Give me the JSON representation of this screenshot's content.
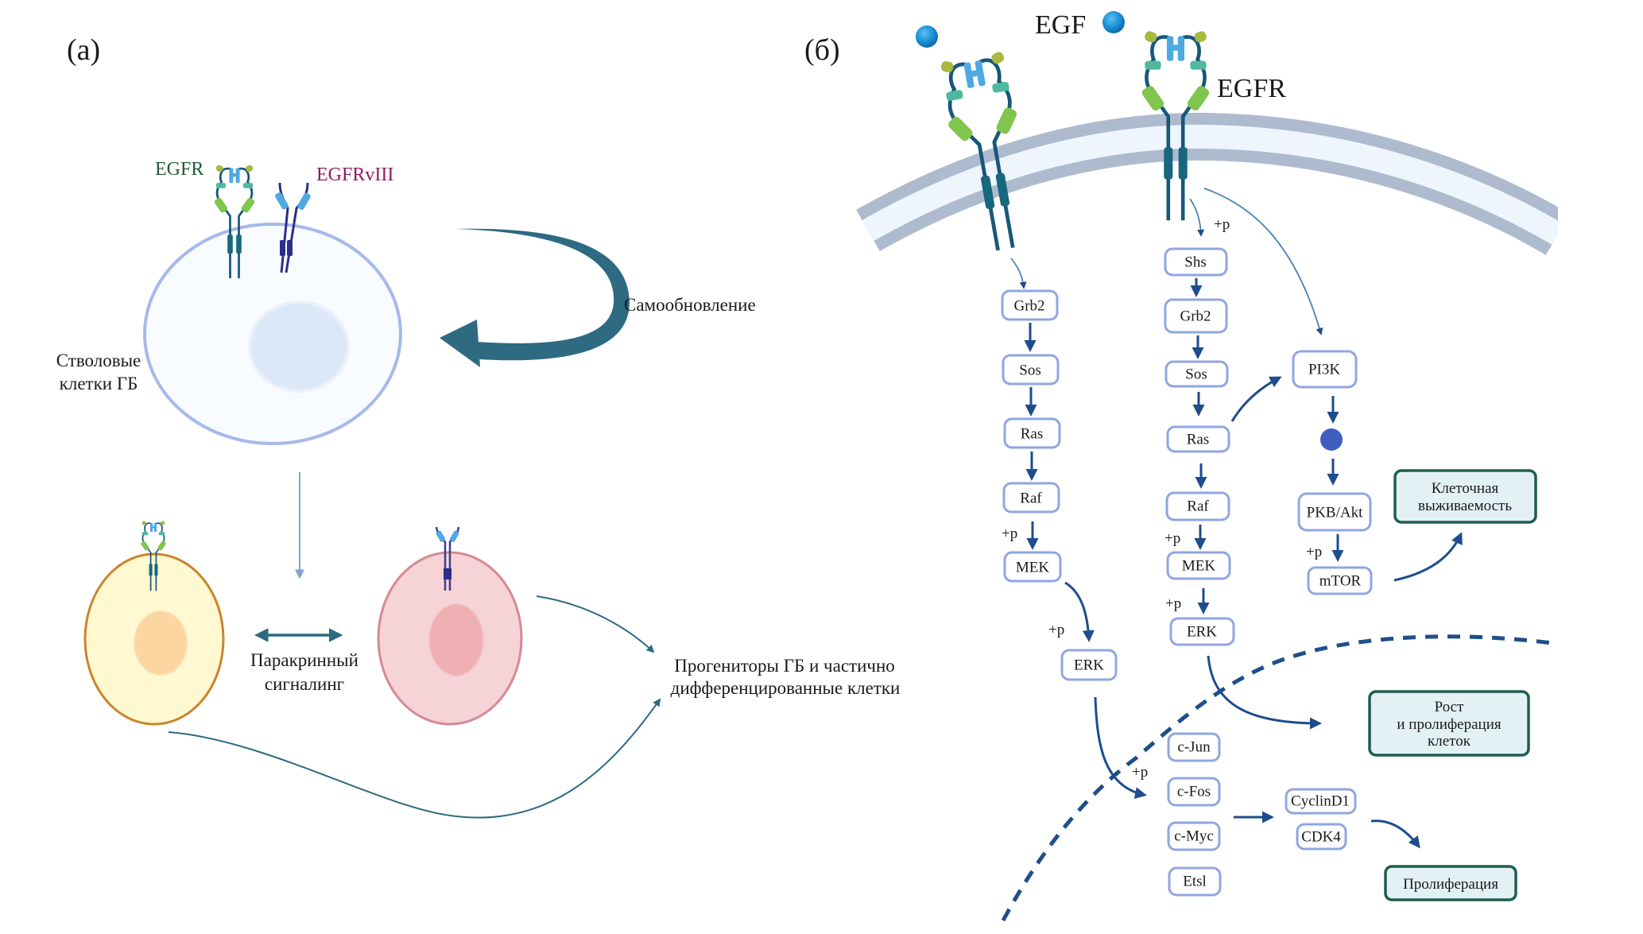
{
  "panels": {
    "a": {
      "label": "(a)",
      "receptor_labels": {
        "egfr": "EGFR",
        "egfrviii": "EGFRvIII"
      },
      "stem_cells_label": [
        "Стволовые",
        "клетки ГБ"
      ],
      "self_renewal_label": "Самообновление",
      "paracrine_label": [
        "Паракринный",
        "сигналинг"
      ],
      "progenitors_label": [
        "Прогениторы ГБ и частично",
        "дифференцированные клетки"
      ]
    },
    "b": {
      "label": "(б)",
      "ligand_label": "EGF",
      "receptor_label": "EGFR",
      "left_pathway": [
        "Grb2",
        "Sos",
        "Ras",
        "Raf",
        "MEK",
        "ERK"
      ],
      "right_pathway": [
        "Shs",
        "Grb2",
        "Sos",
        "Ras",
        "Raf",
        "MEK",
        "ERK"
      ],
      "pi3k_pathway": [
        "PI3K",
        "PKB/Akt",
        "mTOR"
      ],
      "transcription_factors": [
        "c-Jun",
        "c-Fos",
        "c-Myc",
        "Etsl"
      ],
      "cell_cycle": [
        "CyclinD1",
        "CDK4"
      ],
      "phospho_label": "+p",
      "outcomes": {
        "survival": [
          "Клеточная",
          "выживаемость"
        ],
        "growth": [
          "Рост",
          "и пролиферация",
          "клеток"
        ],
        "proliferation": [
          "Пролиферация"
        ]
      }
    }
  },
  "colors": {
    "egfr_label": "#1f5a34",
    "egfrviii_label": "#8a1c5e",
    "self_renewal_arrow": "#2e6a82",
    "pathway_arrow": "#1d4d8c",
    "protein_box_border": "#8fa6e0",
    "outcome_box_border": "#1f5e4e",
    "outcome_box_fill": "#e3f1f4",
    "membrane_band": "#aebbcf",
    "membrane_inner": "#eef5fc",
    "stem_cell_border": "#a6b9ea",
    "progenitor_cell_fill": "#fff8d0",
    "progenitor_cell_border": "#c8862d",
    "diff_cell_fill": "#f6d3d6",
    "diff_cell_border": "#d58a92",
    "egf_ball": "#1a8fd6"
  }
}
